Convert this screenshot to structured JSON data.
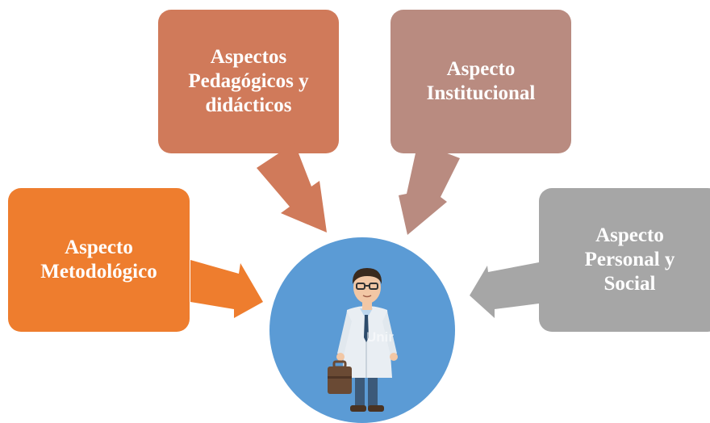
{
  "boxes": {
    "pedagogicos": {
      "lines": [
        "Aspectos",
        "Pedagógicos y",
        "didácticos"
      ],
      "color": "#d07a5a"
    },
    "institucional": {
      "lines": [
        "Aspecto",
        "Institucional"
      ],
      "color": "#b98b80"
    },
    "metodologico": {
      "lines": [
        "Aspecto",
        "Metodológico"
      ],
      "color": "#ee7d2e"
    },
    "personal": {
      "lines": [
        "Aspecto",
        "Personal y",
        "Social"
      ],
      "color": "#a6a6a6"
    }
  },
  "center": {
    "figure": "doctor-with-briefcase-icon",
    "circle_color": "#5b9bd5",
    "watermark": "Unir"
  }
}
